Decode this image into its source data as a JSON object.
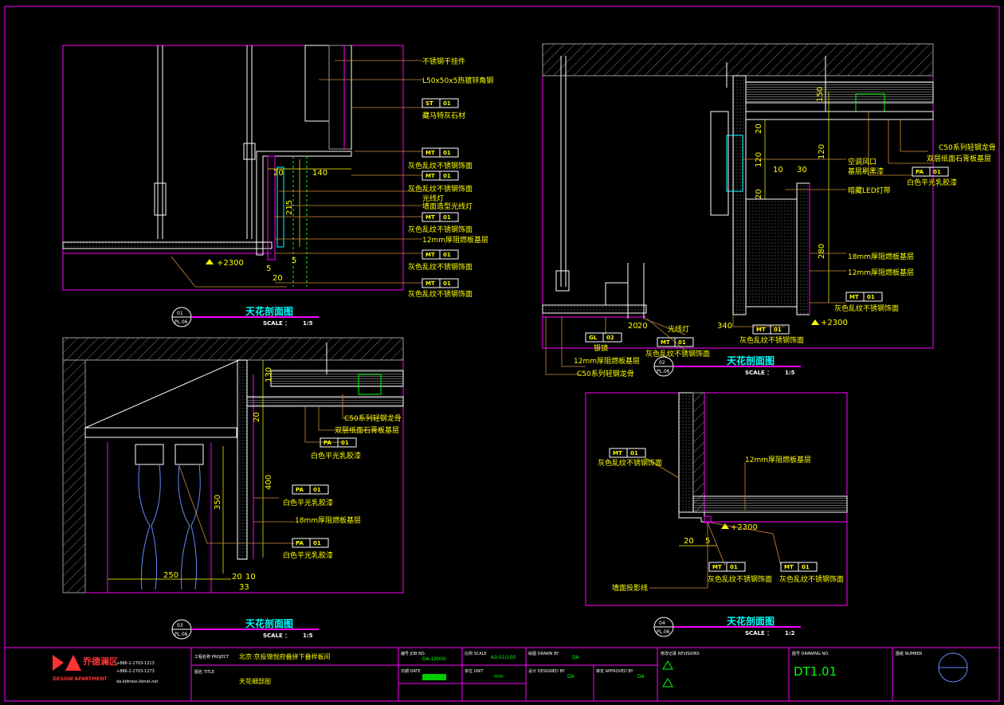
{
  "colors": {
    "background": "#000000",
    "frame": "#ff00ff",
    "annotation": "#ffff00",
    "title": "#00ffff",
    "leader": "#d08a3a",
    "profile": "#00ff00",
    "logo": "#ff3333"
  },
  "details": [
    {
      "id": "01",
      "sheet": "PL.06",
      "title": "天花剖面图",
      "scale_label": "SCALE ：",
      "scale_value": "1:5",
      "tags": [
        {
          "code": "ST",
          "num": "01"
        },
        {
          "code": "MT",
          "num": "01"
        },
        {
          "code": "MT",
          "num": "01"
        },
        {
          "code": "MT",
          "num": "01"
        },
        {
          "code": "MT",
          "num": "01"
        },
        {
          "code": "MT",
          "num": "01"
        }
      ],
      "labels": [
        "不锈钢干挂件",
        "L50x50x5热镀锌角钢",
        "藏马特灰石材",
        "灰色乱纹不锈钢饰面",
        "灰色乱纹不锈钢饰面",
        "光线灯",
        "墙面造型光线灯",
        "灰色乱纹不锈钢饰面",
        "12mm厚阻燃板基层",
        "灰色乱纹不锈钢饰面",
        "灰色乱纹不锈钢饰面"
      ],
      "dims": [
        "20",
        "140",
        "215",
        "5",
        "20",
        "5"
      ],
      "level": "+2300"
    },
    {
      "id": "02",
      "sheet": "PL.06",
      "title": "天花剖面图",
      "scale_label": "SCALE ：",
      "scale_value": "1:5",
      "tags": [
        {
          "code": "PA",
          "num": "01"
        },
        {
          "code": "MT",
          "num": "01"
        },
        {
          "code": "GL",
          "num": "02"
        },
        {
          "code": "MT",
          "num": "01"
        },
        {
          "code": "MT",
          "num": "01"
        }
      ],
      "labels": [
        "C50系列轻钢龙骨",
        "双层纸面石膏板基层",
        "白色平光乳胶漆",
        "空调风口",
        "基层刷黑漆",
        "暗藏LED灯带",
        "18mm厚阻燃板基层",
        "12mm厚阻燃板基层",
        "灰色乱纹不锈钢饰面",
        "光线灯",
        "灰色乱纹不锈钢饰面",
        "灰色乱纹不锈钢饰面",
        "银镜",
        "12mm厚阻燃板基层",
        "C50系列轻钢龙骨"
      ],
      "dims": [
        "150",
        "120",
        "20",
        "120",
        "30",
        "10",
        "20",
        "280",
        "340",
        "20",
        "20"
      ],
      "level": "+2300"
    },
    {
      "id": "03",
      "sheet": "PL.06",
      "title": "天花剖面图",
      "scale_label": "SCALE ：",
      "scale_value": "1:5",
      "tags": [
        {
          "code": "PA",
          "num": "01"
        },
        {
          "code": "PA",
          "num": "01"
        },
        {
          "code": "PA",
          "num": "01"
        }
      ],
      "labels": [
        "C50系列轻钢龙骨",
        "双层纸面石膏板基层",
        "白色平光乳胶漆",
        "白色平光乳胶漆",
        "18mm厚阻燃板基层",
        "白色平光乳胶漆"
      ],
      "dims": [
        "130",
        "20",
        "400",
        "350",
        "250",
        "20",
        "10",
        "33"
      ]
    },
    {
      "id": "04",
      "sheet": "PL.06",
      "title": "天花剖面图",
      "scale_label": "SCALE ：",
      "scale_value": "1:2",
      "tags": [
        {
          "code": "MT",
          "num": "01"
        },
        {
          "code": "MT",
          "num": "01"
        },
        {
          "code": "MT",
          "num": "01"
        }
      ],
      "labels": [
        "灰色乱纹不锈钢饰面",
        "12mm厚阻燃板基层",
        "灰色乱纹不锈钢饰面",
        "灰色乱纹不锈钢饰面",
        "墙面投影线"
      ],
      "dims": [
        "20",
        "5"
      ],
      "level": "+2300"
    }
  ],
  "title_block": {
    "company_cn": "乔德澜区",
    "company_en": "DESIGN APARTMENT",
    "contact": [
      "+886-2-2703-1213",
      "+886-2-2703-1273",
      "da.kidness.kbnet.net"
    ],
    "project_label": "工程名称 PROJECT",
    "project_value": "北京·京投锦悦府叠拼下叠样板间",
    "title_label": "图名 TITLE",
    "title_value": "天花细部图",
    "job_label": "编号 JOB NO.",
    "job_value": "DA-10000",
    "date_label": "日期 DATE",
    "scale_label": "比例 SCALE",
    "scale_value": "A3-S1/100",
    "unit_label": "单位 UNIT",
    "unit_value": "mm",
    "drawn_label": "绘图 DRAWN BY",
    "drawn_value": "DA",
    "designed_label": "设计 DESIGNED BY",
    "designed_value": "DA",
    "approved_label": "审定 APPROVED BY",
    "approved_value": "DA",
    "revisions_label": "修改记录 REVISIONS",
    "drawing_label": "图号 DRAWING NO.",
    "drawing_no": "DT1.01",
    "paper_label": "图纸 NUMBER"
  }
}
